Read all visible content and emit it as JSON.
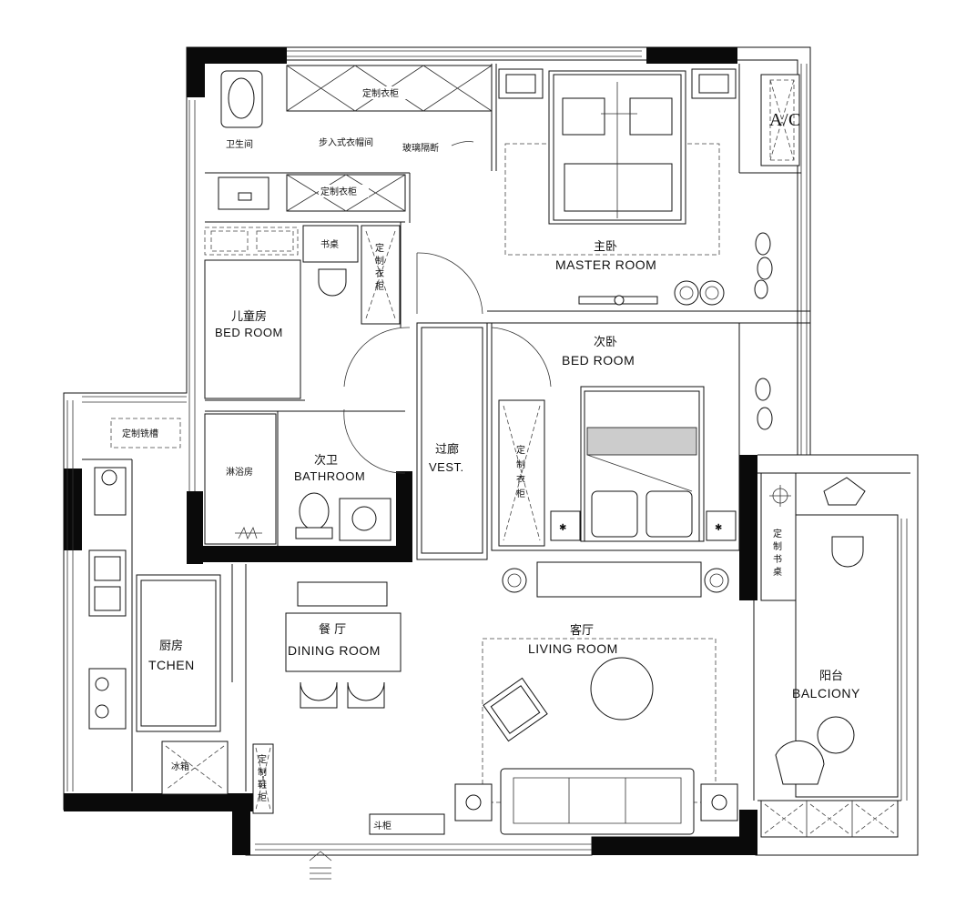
{
  "rooms": {
    "bathroom_main": "卫生间",
    "walkin": "步入式衣帽间",
    "glass": "玻璃隔断",
    "wardrobe_top": "定制衣柜",
    "wardrobe_mid": "定制衣柜",
    "master_zh": "主卧",
    "master_en": "MASTER ROOM",
    "ac": "A/C",
    "desk": "书桌",
    "wardrobe_v1": [
      "定",
      "制",
      "衣",
      "柜"
    ],
    "kids_zh": "儿童房",
    "kids_en": "BED ROOM",
    "second_zh": "次卧",
    "second_en": "BED ROOM",
    "shower": "淋浴房",
    "bath2_zh": "次卫",
    "bath2_en": "BATHROOM",
    "corridor_zh": "过廊",
    "corridor_en": "VEST.",
    "wardrobe_v2": [
      "定",
      "制",
      "衣",
      "柜"
    ],
    "sink_cab": "定制铣槽",
    "kitchen_zh": "厨房",
    "kitchen_en": "TCHEN",
    "fridge": "冰箱",
    "dining_zh": "餐 厅",
    "dining_en": "DINING ROOM",
    "living_zh": "客厅",
    "living_en": "LIVING ROOM",
    "shoe": "斗柜",
    "shelf_v": [
      "定",
      "制",
      "书",
      "桌"
    ],
    "balcony_zh": "阳台",
    "balcony_en": "BALCIONY",
    "cab_v": [
      "定",
      "制",
      "鞋",
      "柜"
    ]
  }
}
